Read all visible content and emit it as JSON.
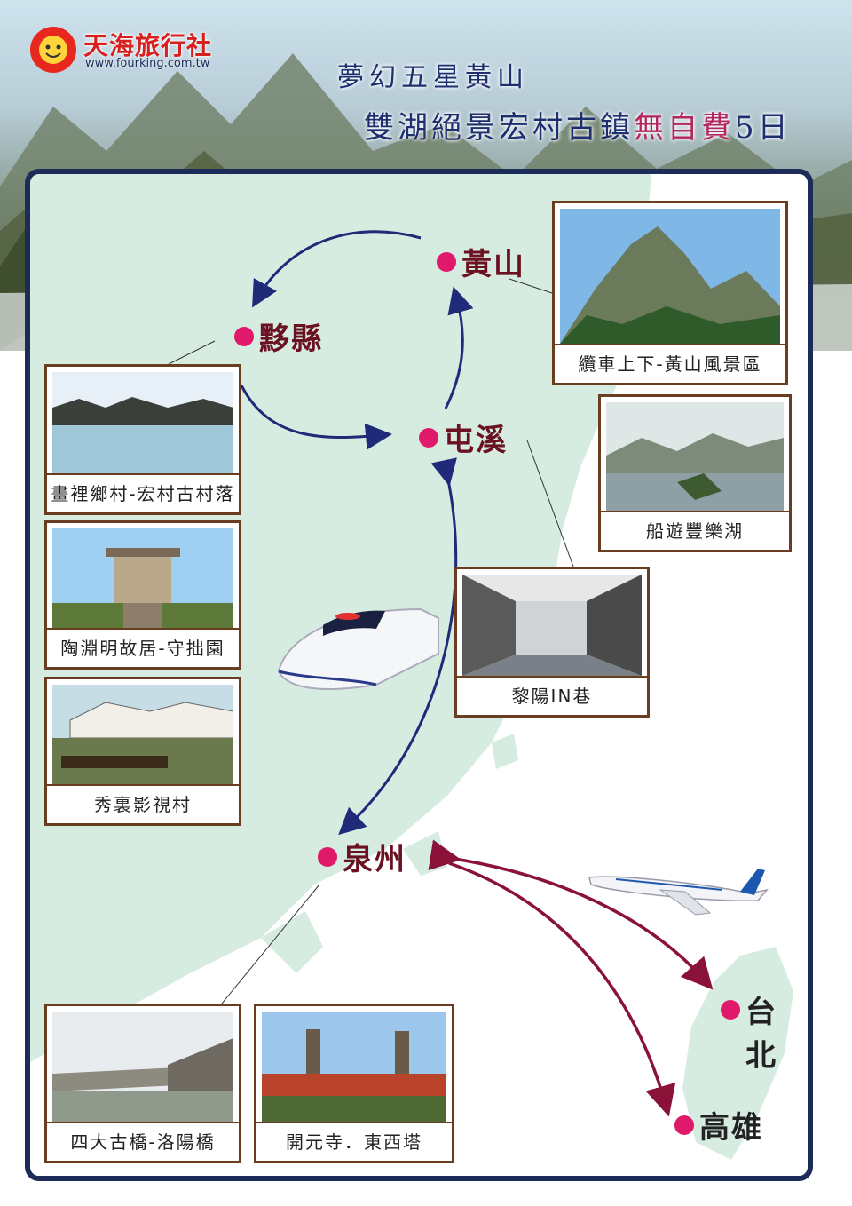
{
  "brand": {
    "name": "天海旅行社",
    "url": "www.fourking.com.tw"
  },
  "title": {
    "line1": "夢幻五星黃山",
    "line2_main": "雙湖絕景宏村古鎮",
    "line2_highlight": "無自費",
    "line2_tail": "5日"
  },
  "cities": {
    "huangshan": "黃山",
    "yixian": "黟縣",
    "tunxi": "屯溪",
    "quanzhou": "泉州",
    "taipei": "台北",
    "kaohsiung": "高雄"
  },
  "photos": {
    "p1": "纜車上下-黃山風景區",
    "p2": "船遊豐樂湖",
    "p3": "畫裡鄉村-宏村古村落",
    "p4": "陶淵明故居-守拙園",
    "p5": "黎陽IN巷",
    "p6": "秀裏影視村",
    "p7": "四大古橋-洛陽橋",
    "p8": "開元寺．東西塔"
  },
  "colors": {
    "route_blue": "#1f2a78",
    "route_red": "#8a1238",
    "city_dot": "#e0196a",
    "frame": "#1c2c58",
    "land": "#d6ece1"
  }
}
